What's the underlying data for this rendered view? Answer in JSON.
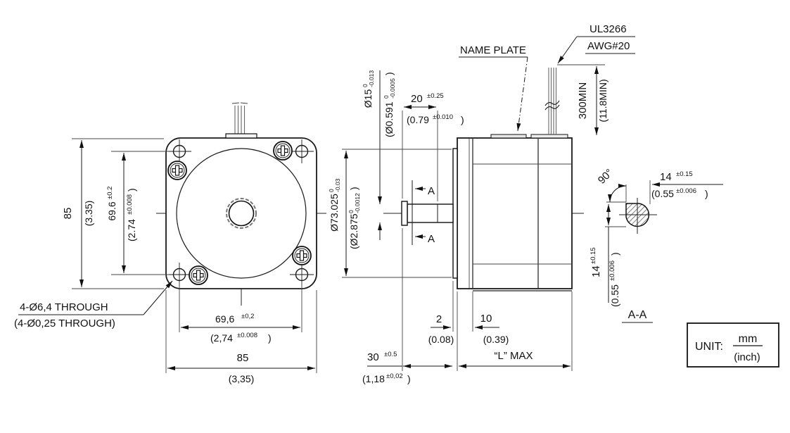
{
  "drawing": {
    "labels": {
      "name_plate": "NAME PLATE",
      "wire_spec_1": "UL3266",
      "wire_spec_2": "AWG#20",
      "holes_mm": "4-Ø6,4 THROUGH",
      "holes_inch": "(4-Ø0,25 THROUGH)",
      "section_title": "A-A",
      "section_arrow": "A",
      "angle": "90°",
      "l_max": "“L” MAX"
    },
    "dims": {
      "front_h_mm": "85",
      "front_h_inch": "(3.35)",
      "front_w_mm": "85",
      "front_w_inch": "(3,35)",
      "hole_v_mm": "69.6",
      "hole_v_tol": "±0.2",
      "hole_v_inch": "(2.74",
      "hole_v_inch_tol": "±0.008",
      "hole_v_close": ")",
      "hole_h_mm": "69,6",
      "hole_h_tol": "±0,2",
      "hole_h_inch": "(2,74",
      "hole_h_inch_tol": "±0.008",
      "hole_h_close": ")",
      "shaft_d_mm": "Ø15",
      "shaft_d_up": "0",
      "shaft_d_lo": "-0.013",
      "shaft_d_inch": "(Ø0.591",
      "shaft_d_inch_up": "0",
      "shaft_d_inch_lo": "-0.0005",
      "shaft_d_close": ")",
      "flat_len_mm": "20",
      "flat_len_tol": "±0.25",
      "flat_len_inch": "(0.79",
      "flat_len_inch_tol": "±0.010",
      "flat_len_close": ")",
      "pilot_d_mm": "Ø73.025",
      "pilot_d_up": "0",
      "pilot_d_lo": "-0.03",
      "pilot_d_inch": "(Ø2.875",
      "pilot_d_inch_up": "0",
      "pilot_d_inch_lo": "-0.0012",
      "pilot_d_close": ")",
      "boss_mm": "2",
      "boss_inch": "(0.08)",
      "flange_mm": "10",
      "flange_inch": "(0.39)",
      "shaft_len_mm": "30",
      "shaft_len_tol": "±0.5",
      "shaft_len_inch": "(1,18",
      "shaft_len_inch_tol": "±0,02",
      "shaft_len_close": ")",
      "lead_len_mm": "300MIN",
      "lead_len_inch": "(11.8MIN)",
      "flat_w_mm": "14",
      "flat_w_tol": "±0.15",
      "flat_w_inch": "(0.55",
      "flat_w_inch_tol": "±0.006",
      "flat_w_close": ")"
    },
    "unit_box": {
      "label": "UNIT:",
      "numerator": "mm",
      "denominator": "(inch)"
    }
  }
}
